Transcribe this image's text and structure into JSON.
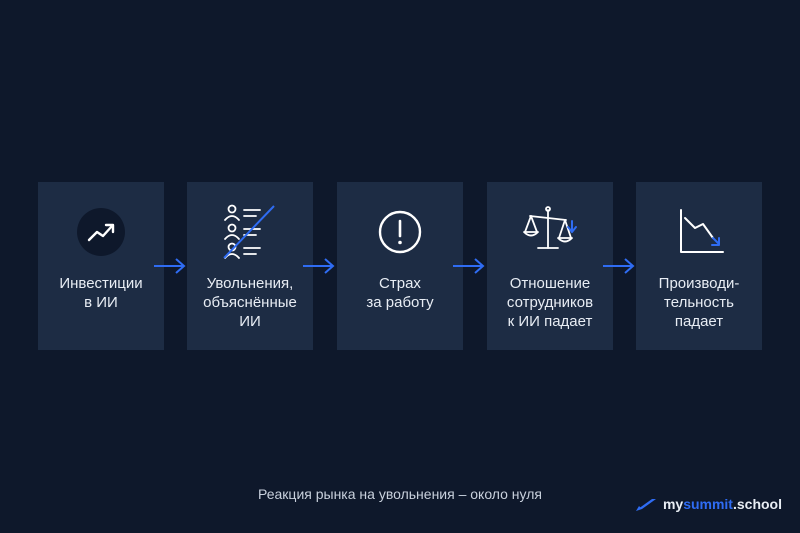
{
  "diagram": {
    "steps": [
      {
        "label": "Инвестиции\nв ИИ",
        "icon": "trend-up-icon"
      },
      {
        "label": "Увольнения,\nобъяснённые\nИИ",
        "icon": "crossed-people-list-icon"
      },
      {
        "label": "Страх\nза работу",
        "icon": "exclamation-circle-icon"
      },
      {
        "label": "Отношение\nсотрудников\nк ИИ падает",
        "icon": "scales-down-icon"
      },
      {
        "label": "Производи-\nтельность\nпадает",
        "icon": "chart-down-icon"
      }
    ],
    "caption": "Реакция рынка на увольнения – около нуля"
  },
  "brand": {
    "part1": "my",
    "part2": "summit",
    "part3": ".school",
    "icon": "pen-logo-icon"
  },
  "colors": {
    "background": "#0e182b",
    "card": "#1d2c44",
    "accent": "#2f6cf3",
    "text": "#e8edf4"
  }
}
